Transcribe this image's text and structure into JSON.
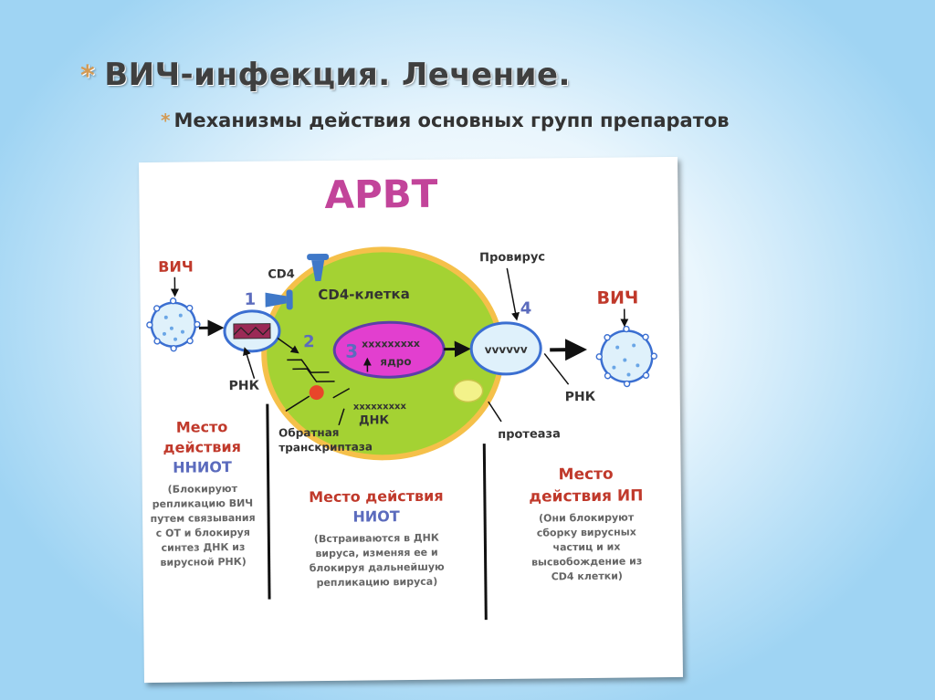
{
  "slide": {
    "title": "ВИЧ-инфекция. Лечение.",
    "subtitle": "Механизмы действия основных групп препаратов"
  },
  "diagram": {
    "heading": "АРВТ",
    "hiv_label_left": "ВИЧ",
    "hiv_label_right": "ВИЧ",
    "cd4_label": "CD4",
    "cell_label": "CD4-клетка",
    "provirus_label": "Провирус",
    "step_1": "1",
    "step_2": "2",
    "step_3": "3",
    "step_4": "4",
    "rna_left": "РНК",
    "rna_right": "РНК",
    "nucleus_marks": "xxxxxxxxx",
    "nucleus_label": "ядро",
    "dna_marks": "xxxxxxxxx",
    "dna_label": "ДНК",
    "provirus_marks": "vvvvvv",
    "rt_label_line1": "Обратная",
    "rt_label_line2": "транскриптаза",
    "protease_label": "протеаза",
    "nnrti": {
      "title_lines": [
        "Место",
        "действия",
        "ННИОТ"
      ],
      "desc_lines": [
        "(Блокируют",
        "репликацию ВИЧ",
        "путем связывания",
        "с ОТ и блокируя",
        "синтез ДНК из",
        "вирусной РНК)"
      ]
    },
    "nrti": {
      "title_lines": [
        "Место действия",
        "НИОТ"
      ],
      "desc_lines": [
        "(Встраиваются в ДНК",
        "вируса, изменяя ее и",
        "блокируя дальнейшую",
        "репликацию вируса)"
      ]
    },
    "pi": {
      "title_lines": [
        "Место",
        "действия ИП"
      ],
      "desc_lines": [
        "(Они блокируют",
        "сборку вирусных",
        "частиц и их",
        "высвобождение из",
        "CD4 клетки)"
      ]
    }
  },
  "colors": {
    "heading": "#c2449a",
    "cell_fill": "#a4d233",
    "cell_outline": "#f5c04a",
    "nucleus": "#e23fcf",
    "nucleus_outline": "#5b3fa8",
    "virus_fill": "#dff1fb",
    "virus_outline": "#3b6fd1",
    "red_label": "#c0392b",
    "blue_label": "#5b6bbd",
    "protease": "#f3f28a",
    "rt": "#e8462a"
  }
}
